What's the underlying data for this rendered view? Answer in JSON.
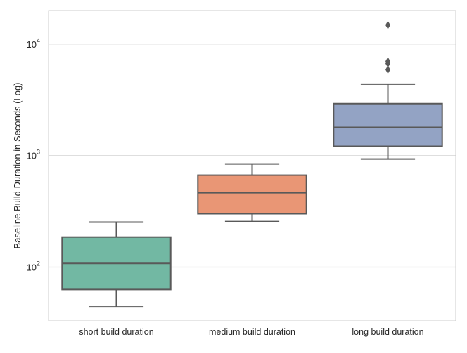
{
  "chart_data": {
    "type": "box",
    "title": "",
    "xlabel": "",
    "ylabel": "Baseline Build Duration in Seconds (Log)",
    "yscale": "log",
    "ylim": [
      33,
      20000
    ],
    "yticks": [
      {
        "value": 100,
        "label": "10",
        "exp": "2"
      },
      {
        "value": 1000,
        "label": "10",
        "exp": "3"
      },
      {
        "value": 10000,
        "label": "10",
        "exp": "4"
      }
    ],
    "grid": "horizontal",
    "categories": [
      "short build duration",
      "medium build duration",
      "long build duration"
    ],
    "colors": [
      "#72b8a3",
      "#e99675",
      "#93a3c4"
    ],
    "line_color": "#595959",
    "boxes": [
      {
        "whisker_low": 44,
        "q1": 63,
        "median": 108,
        "q3": 186,
        "whisker_high": 253,
        "outliers": []
      },
      {
        "whisker_low": 256,
        "q1": 301,
        "median": 464,
        "q3": 667,
        "whisker_high": 841,
        "outliers": []
      },
      {
        "whisker_low": 930,
        "q1": 1210,
        "median": 1790,
        "q3": 2920,
        "whisker_high": 4370,
        "outliers": [
          5900,
          6700,
          7000,
          14800
        ]
      }
    ]
  }
}
